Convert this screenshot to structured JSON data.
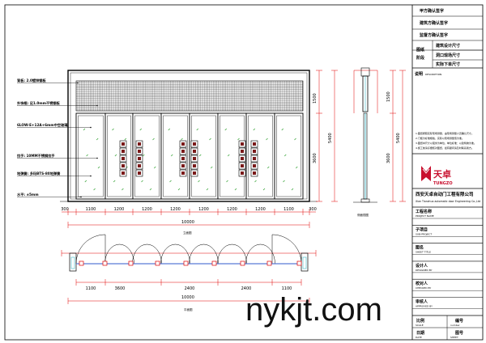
{
  "title_block": {
    "rows_top": [
      "甲方确认签字",
      "建筑方确认签字",
      "监督方确认签字"
    ],
    "measure_header": "图纸\n阶段",
    "measure_rows": [
      "建筑设计尺寸",
      "洞口现场尺寸",
      "实际下单尺寸"
    ],
    "description_label": "说明",
    "description_en": "DESCRIPTION",
    "notes": [
      "1.图纸按照实际现场测量，由现场测量人员确认尺寸。",
      "2.门框为标准规格，实际以现场测量值为准。",
      "3.图纸中尺寸以毫米为单位，单位标准：以建筑物为准。",
      "4.施工前请仔细核对图纸，如有疑问请及时联系我方。"
    ],
    "logo_cn": "天卓",
    "logo_en": "TUNGZO",
    "company_cn": "西安天卓自动门工程有限公司",
    "company_en": "Xian Tianzhuo automatic door Engineering Co.,Ltd",
    "fields": [
      {
        "cn": "工程名称",
        "en": "PROJECT NAME"
      },
      {
        "cn": "子项目",
        "en": "SUB-PROJECT"
      },
      {
        "cn": "图名",
        "en": "SHEET TITLE"
      },
      {
        "cn": "设计人",
        "en": "DESIGNED BY"
      },
      {
        "cn": "校对人",
        "en": "CHECKED BY"
      },
      {
        "cn": "审核人",
        "en": "APPROVED BY"
      }
    ],
    "bottom": [
      {
        "cn": "比例",
        "en": "SCALE",
        "cn2": "编号",
        "en2": "number"
      },
      {
        "cn": "日期",
        "en": "DATE",
        "cn2": "图号",
        "en2": "SHEET"
      }
    ]
  },
  "elevation": {
    "labels": [
      "背板: 2.0镀锌钢板",
      "外饰框: 足1.0mm不锈钢板",
      "6LOW-E+12A+6mm中空玻璃",
      "拉手: 10MM不锈钢拉手",
      "地弹簧: 多玛BTS-80地弹簧",
      "水平: ±5mm"
    ],
    "bottom_dims": [
      "300",
      "1100",
      "1200",
      "1200",
      "1200",
      "1200",
      "1200",
      "1200",
      "1100",
      "300"
    ],
    "total_width": "10000",
    "view_name": "立面图",
    "height_dims": [
      "1500",
      "3600"
    ],
    "total_height": "5400"
  },
  "side_section": {
    "height_dims": [
      "1500",
      "3600"
    ],
    "total_height": "5400",
    "view_name": "侧面视图"
  },
  "plan": {
    "dims": [
      "1100",
      "3600",
      "2400",
      "2400",
      "1100"
    ],
    "total_width": "10000",
    "view_name": "平面图"
  },
  "watermark": "nykjt.com",
  "colors": {
    "line": "#000000",
    "dim_red": "#e00000",
    "glass": "#ffffff",
    "fill_green": "#2ea02e",
    "logo_red": "#c8102e",
    "plan_blue": "#5a7bd8",
    "cyan": "#3fb8c8"
  }
}
